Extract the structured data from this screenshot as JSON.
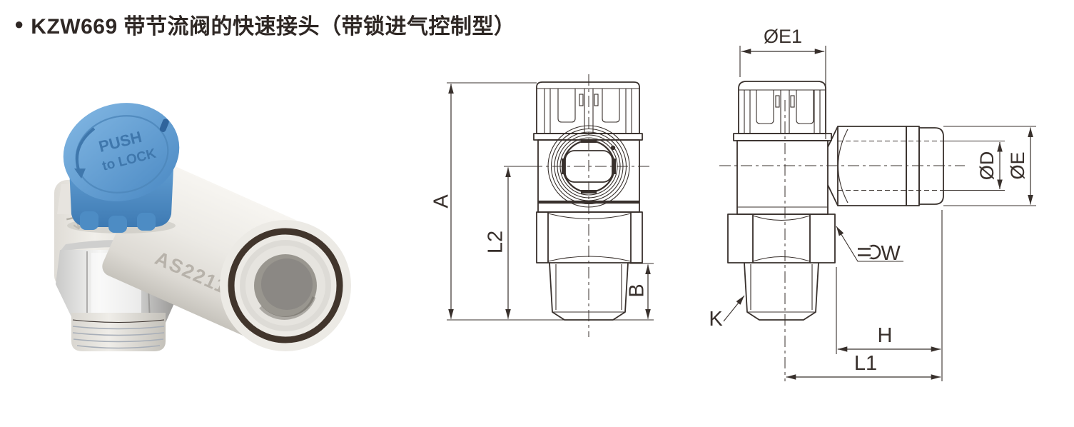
{
  "page": {
    "bullet": "●",
    "title": "KZW669  带节流阀的快速接头（带锁进气控制型）"
  },
  "colors": {
    "line": "#38302c",
    "title": "#2e2724",
    "cap_blue": "#5b9cd4",
    "cap_blue_dark": "#3f77ac",
    "body_white": "#edebe6",
    "metal": "#dadad9",
    "dark_ring": "#41352c"
  },
  "photo": {
    "cap_text_top": "PUSH",
    "cap_text_bottom": "to LOCK",
    "body_marking": "AS2211F"
  },
  "front_view": {
    "labels": {
      "A": "A",
      "L2": "L2",
      "B": "B"
    }
  },
  "side_view": {
    "labels": {
      "E1": "ØE1",
      "D": "ØD",
      "E": "ØE",
      "W": "W",
      "K": "K",
      "H": "H",
      "L1": "L1"
    }
  }
}
